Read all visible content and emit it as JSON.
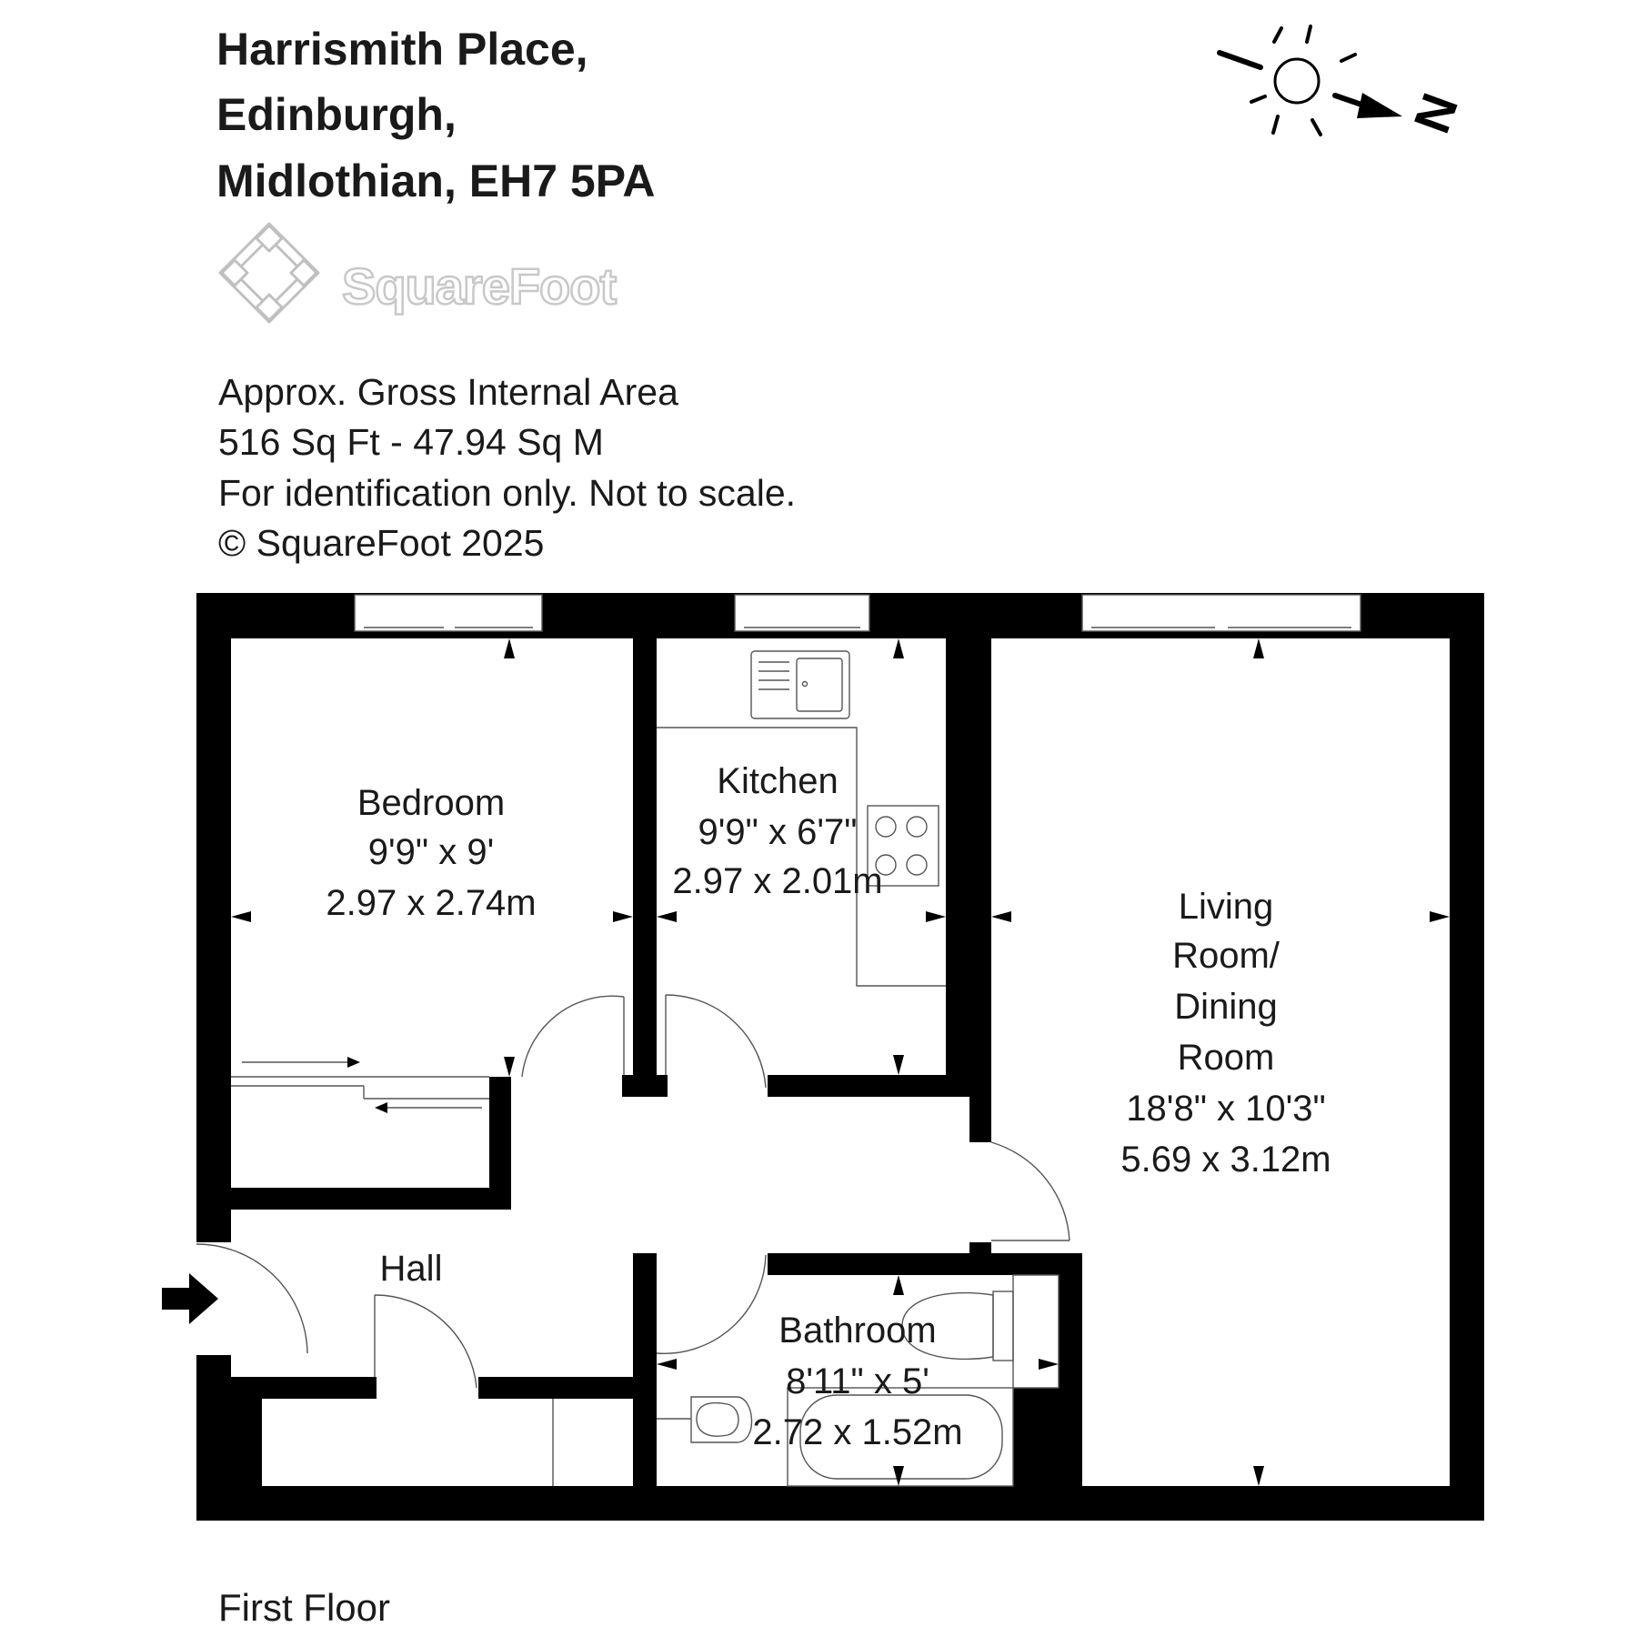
{
  "address": {
    "line1": "Harrismith Place,",
    "line2": "Edinburgh,",
    "line3": "Midlothian, EH7 5PA"
  },
  "logo": {
    "name": "SquareFoot",
    "icon": "squarefoot-logo-icon"
  },
  "compass": {
    "label": "N",
    "icon": "sun-compass-icon"
  },
  "info": {
    "area_label": "Approx. Gross Internal Area",
    "area_value": "516 Sq Ft  -  47.94 Sq M",
    "disclaimer": "For identification only. Not to scale.",
    "copyright": "© SquareFoot 2025"
  },
  "rooms": {
    "bedroom": {
      "name": "Bedroom",
      "imperial": "9'9\" x 9'",
      "metric": "2.97 x 2.74m"
    },
    "kitchen": {
      "name": "Kitchen",
      "imperial": "9'9\" x 6'7\"",
      "metric": "2.97 x 2.01m"
    },
    "living": {
      "name_1": "Living",
      "name_2": "Room/",
      "name_3": "Dining",
      "name_4": "Room",
      "imperial": "18'8\" x 10'3\"",
      "metric": "5.69 x 3.12m"
    },
    "hall": {
      "name": "Hall"
    },
    "bathroom": {
      "name": "Bathroom",
      "imperial": "8'11\" x 5'",
      "metric": "2.72 x 1.52m"
    }
  },
  "floor_label": "First Floor"
}
